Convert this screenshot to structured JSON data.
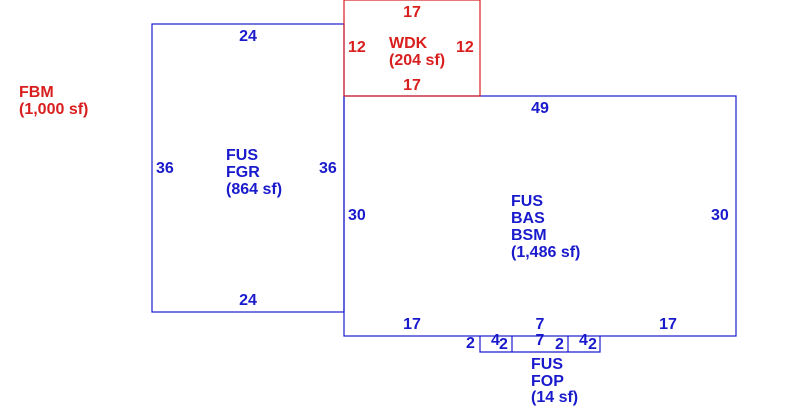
{
  "colors": {
    "main": "#1a1acd",
    "wdk": "#d91e1e",
    "background": "#ffffff"
  },
  "fbm": {
    "code": "FBM",
    "area": "(1,000 sf)"
  },
  "wdk": {
    "code": "WDK",
    "area": "(204 sf)",
    "dims": {
      "top": "17",
      "left": "12",
      "right": "12",
      "bottom": "17"
    }
  },
  "garage": {
    "code1": "FUS",
    "code2": "FGR",
    "area": "(864 sf)",
    "dims": {
      "top": "24",
      "left": "36",
      "right": "36",
      "bottom": "24"
    }
  },
  "main_area": {
    "code1": "FUS",
    "code2": "BAS",
    "code3": "BSM",
    "area": "(1,486 sf)",
    "dims": {
      "top": "49",
      "left": "30",
      "right": "30",
      "bottom_left": "17",
      "bottom_mid": "7",
      "bottom_right": "17"
    }
  },
  "porch": {
    "code1": "FUS",
    "code2": "FOP",
    "area": "(14 sf)",
    "dims": {
      "left_side": "2",
      "left_step": "4",
      "left_inner": "2",
      "width": "7",
      "right_inner": "2",
      "right_step": "4",
      "right_side": "2"
    }
  }
}
